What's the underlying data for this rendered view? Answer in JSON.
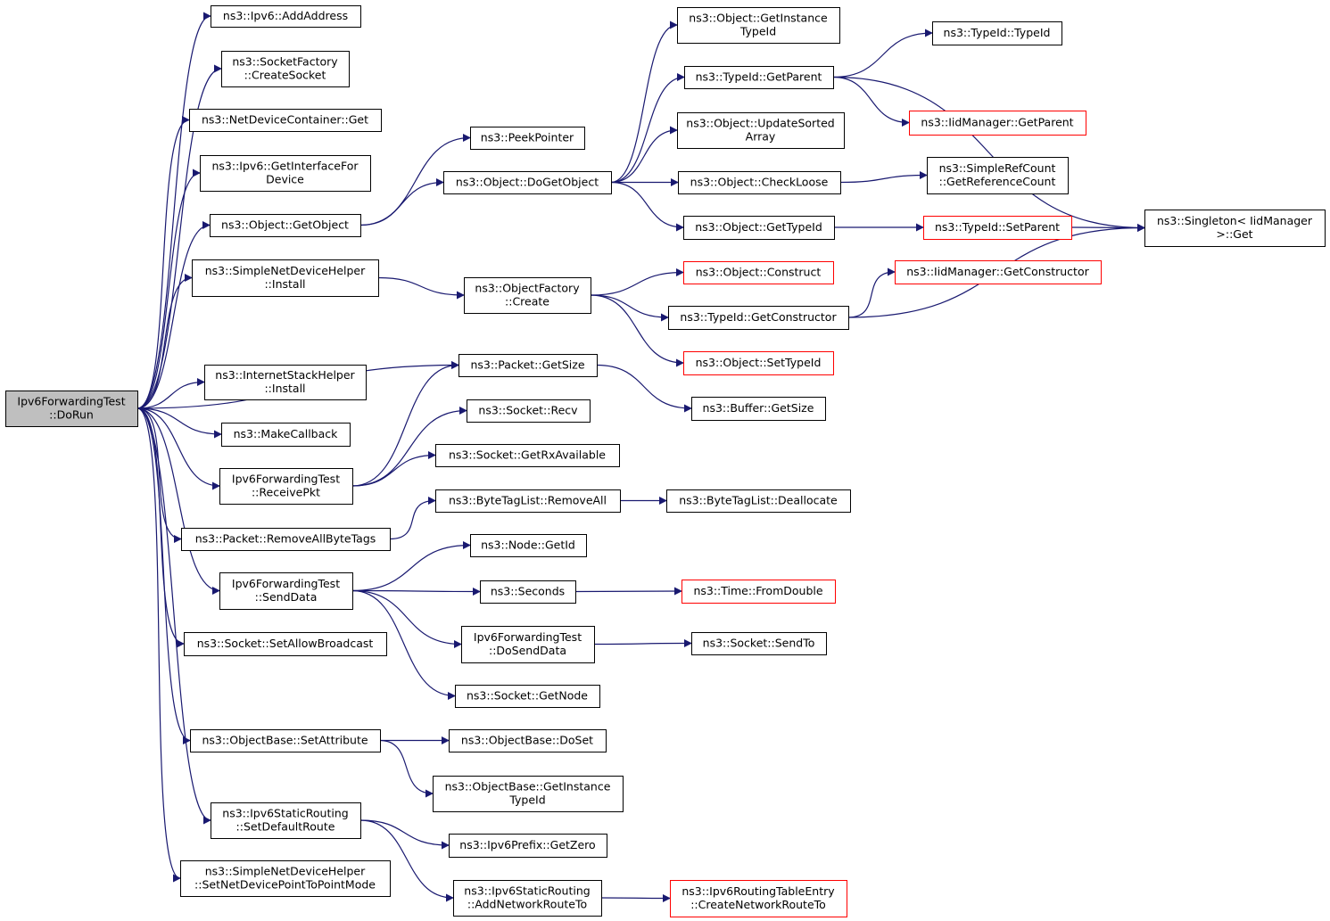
{
  "colors": {
    "edge": "#191970",
    "border_normal": "#000000",
    "border_truncated": "#ff0000",
    "fill_normal": "#ffffff",
    "fill_root": "#bfbfbf"
  },
  "nodes": [
    {
      "id": "root",
      "lines": [
        "Ipv6ForwardingTest",
        "::DoRun"
      ],
      "style": "root"
    },
    {
      "id": "ipv6_addaddress",
      "lines": [
        "ns3::Ipv6::AddAddress"
      ],
      "style": "normal"
    },
    {
      "id": "socketfactory_createsocket",
      "lines": [
        "ns3::SocketFactory",
        "::CreateSocket"
      ],
      "style": "normal"
    },
    {
      "id": "netdevicecontainer_get",
      "lines": [
        "ns3::NetDeviceContainer::Get"
      ],
      "style": "normal"
    },
    {
      "id": "ipv6_getinterfacefordevice",
      "lines": [
        "ns3::Ipv6::GetInterfaceFor",
        "Device"
      ],
      "style": "normal"
    },
    {
      "id": "object_getobject",
      "lines": [
        "ns3::Object::GetObject"
      ],
      "style": "normal"
    },
    {
      "id": "simplenetdevicehelper_install",
      "lines": [
        "ns3::SimpleNetDeviceHelper",
        "::Install"
      ],
      "style": "normal"
    },
    {
      "id": "internetstackhelper_install",
      "lines": [
        "ns3::InternetStackHelper",
        "::Install"
      ],
      "style": "normal"
    },
    {
      "id": "makecallback",
      "lines": [
        "ns3::MakeCallback"
      ],
      "style": "normal"
    },
    {
      "id": "receivepkt",
      "lines": [
        "Ipv6ForwardingTest",
        "::ReceivePkt"
      ],
      "style": "normal"
    },
    {
      "id": "packet_removeallbytetags",
      "lines": [
        "ns3::Packet::RemoveAllByteTags"
      ],
      "style": "normal"
    },
    {
      "id": "senddata",
      "lines": [
        "Ipv6ForwardingTest",
        "::SendData"
      ],
      "style": "normal"
    },
    {
      "id": "socket_setallowbroadcast",
      "lines": [
        "ns3::Socket::SetAllowBroadcast"
      ],
      "style": "normal"
    },
    {
      "id": "objectbase_setattribute",
      "lines": [
        "ns3::ObjectBase::SetAttribute"
      ],
      "style": "normal"
    },
    {
      "id": "ipv6staticrouting_setdefaultroute",
      "lines": [
        "ns3::Ipv6StaticRouting",
        "::SetDefaultRoute"
      ],
      "style": "normal"
    },
    {
      "id": "simplenetdevicehelper_setp2p",
      "lines": [
        "ns3::SimpleNetDeviceHelper",
        "::SetNetDevicePointToPointMode"
      ],
      "style": "normal"
    },
    {
      "id": "peekpointer",
      "lines": [
        "ns3::PeekPointer"
      ],
      "style": "normal"
    },
    {
      "id": "object_dogetobject",
      "lines": [
        "ns3::Object::DoGetObject"
      ],
      "style": "normal"
    },
    {
      "id": "objectfactory_create",
      "lines": [
        "ns3::ObjectFactory",
        "::Create"
      ],
      "style": "normal"
    },
    {
      "id": "packet_getsize",
      "lines": [
        "ns3::Packet::GetSize"
      ],
      "style": "normal"
    },
    {
      "id": "socket_recv",
      "lines": [
        "ns3::Socket::Recv"
      ],
      "style": "normal"
    },
    {
      "id": "socket_getrxavailable",
      "lines": [
        "ns3::Socket::GetRxAvailable"
      ],
      "style": "normal"
    },
    {
      "id": "bytetaglist_removeall",
      "lines": [
        "ns3::ByteTagList::RemoveAll"
      ],
      "style": "normal"
    },
    {
      "id": "node_getid",
      "lines": [
        "ns3::Node::GetId"
      ],
      "style": "normal"
    },
    {
      "id": "seconds",
      "lines": [
        "ns3::Seconds"
      ],
      "style": "normal"
    },
    {
      "id": "dosenddata",
      "lines": [
        "Ipv6ForwardingTest",
        "::DoSendData"
      ],
      "style": "normal"
    },
    {
      "id": "socket_getnode",
      "lines": [
        "ns3::Socket::GetNode"
      ],
      "style": "normal"
    },
    {
      "id": "objectbase_doset",
      "lines": [
        "ns3::ObjectBase::DoSet"
      ],
      "style": "normal"
    },
    {
      "id": "objectbase_getinstancetypeid",
      "lines": [
        "ns3::ObjectBase::GetInstance",
        "TypeId"
      ],
      "style": "normal"
    },
    {
      "id": "ipv6prefix_getzero",
      "lines": [
        "ns3::Ipv6Prefix::GetZero"
      ],
      "style": "normal"
    },
    {
      "id": "ipv6staticrouting_addnetworkrouteto",
      "lines": [
        "ns3::Ipv6StaticRouting",
        "::AddNetworkRouteTo"
      ],
      "style": "normal"
    },
    {
      "id": "object_getinstancetypeid",
      "lines": [
        "ns3::Object::GetInstance",
        "TypeId"
      ],
      "style": "normal"
    },
    {
      "id": "typeid_getparent",
      "lines": [
        "ns3::TypeId::GetParent"
      ],
      "style": "normal"
    },
    {
      "id": "object_updatesortedarray",
      "lines": [
        "ns3::Object::UpdateSorted",
        "Array"
      ],
      "style": "normal"
    },
    {
      "id": "object_checkloose",
      "lines": [
        "ns3::Object::CheckLoose"
      ],
      "style": "normal"
    },
    {
      "id": "object_gettypeid",
      "lines": [
        "ns3::Object::GetTypeId"
      ],
      "style": "normal"
    },
    {
      "id": "object_construct",
      "lines": [
        "ns3::Object::Construct"
      ],
      "style": "truncated"
    },
    {
      "id": "typeid_getconstructor",
      "lines": [
        "ns3::TypeId::GetConstructor"
      ],
      "style": "normal"
    },
    {
      "id": "object_settypeid",
      "lines": [
        "ns3::Object::SetTypeId"
      ],
      "style": "truncated"
    },
    {
      "id": "buffer_getsize",
      "lines": [
        "ns3::Buffer::GetSize"
      ],
      "style": "normal"
    },
    {
      "id": "bytetaglist_deallocate",
      "lines": [
        "ns3::ByteTagList::Deallocate"
      ],
      "style": "normal"
    },
    {
      "id": "time_fromdouble",
      "lines": [
        "ns3::Time::FromDouble"
      ],
      "style": "truncated"
    },
    {
      "id": "socket_sendto",
      "lines": [
        "ns3::Socket::SendTo"
      ],
      "style": "normal"
    },
    {
      "id": "ipv6routingtableentry_createnetworkrouteto",
      "lines": [
        "ns3::Ipv6RoutingTableEntry",
        "::CreateNetworkRouteTo"
      ],
      "style": "truncated"
    },
    {
      "id": "typeid_typeid",
      "lines": [
        "ns3::TypeId::TypeId"
      ],
      "style": "normal"
    },
    {
      "id": "iidmanager_getparent",
      "lines": [
        "ns3::IidManager::GetParent"
      ],
      "style": "truncated"
    },
    {
      "id": "simplerefcount_getreferencecount",
      "lines": [
        "ns3::SimpleRefCount",
        "::GetReferenceCount"
      ],
      "style": "normal"
    },
    {
      "id": "typeid_setparent",
      "lines": [
        "ns3::TypeId::SetParent"
      ],
      "style": "truncated"
    },
    {
      "id": "iidmanager_getconstructor",
      "lines": [
        "ns3::IidManager::GetConstructor"
      ],
      "style": "truncated"
    },
    {
      "id": "singleton_get",
      "lines": [
        "ns3::Singleton< IidManager",
        ">::Get"
      ],
      "style": "normal"
    }
  ],
  "edges": [
    [
      "root",
      "ipv6_addaddress"
    ],
    [
      "root",
      "socketfactory_createsocket"
    ],
    [
      "root",
      "netdevicecontainer_get"
    ],
    [
      "root",
      "ipv6_getinterfacefordevice"
    ],
    [
      "root",
      "object_getobject"
    ],
    [
      "root",
      "simplenetdevicehelper_install"
    ],
    [
      "root",
      "internetstackhelper_install"
    ],
    [
      "root",
      "makecallback"
    ],
    [
      "root",
      "receivepkt"
    ],
    [
      "root",
      "packet_removeallbytetags"
    ],
    [
      "root",
      "senddata"
    ],
    [
      "root",
      "socket_setallowbroadcast"
    ],
    [
      "root",
      "objectbase_setattribute"
    ],
    [
      "root",
      "ipv6staticrouting_setdefaultroute"
    ],
    [
      "root",
      "simplenetdevicehelper_setp2p"
    ],
    [
      "root",
      "packet_getsize"
    ],
    [
      "object_getobject",
      "peekpointer"
    ],
    [
      "object_getobject",
      "object_dogetobject"
    ],
    [
      "simplenetdevicehelper_install",
      "objectfactory_create"
    ],
    [
      "receivepkt",
      "packet_getsize"
    ],
    [
      "receivepkt",
      "socket_recv"
    ],
    [
      "receivepkt",
      "socket_getrxavailable"
    ],
    [
      "packet_removeallbytetags",
      "bytetaglist_removeall"
    ],
    [
      "senddata",
      "node_getid"
    ],
    [
      "senddata",
      "seconds"
    ],
    [
      "senddata",
      "dosenddata"
    ],
    [
      "senddata",
      "socket_getnode"
    ],
    [
      "objectbase_setattribute",
      "objectbase_doset"
    ],
    [
      "objectbase_setattribute",
      "objectbase_getinstancetypeid"
    ],
    [
      "ipv6staticrouting_setdefaultroute",
      "ipv6prefix_getzero"
    ],
    [
      "ipv6staticrouting_setdefaultroute",
      "ipv6staticrouting_addnetworkrouteto"
    ],
    [
      "object_dogetobject",
      "object_getinstancetypeid"
    ],
    [
      "object_dogetobject",
      "typeid_getparent"
    ],
    [
      "object_dogetobject",
      "object_updatesortedarray"
    ],
    [
      "object_dogetobject",
      "object_checkloose"
    ],
    [
      "object_dogetobject",
      "object_gettypeid"
    ],
    [
      "objectfactory_create",
      "object_construct"
    ],
    [
      "objectfactory_create",
      "typeid_getconstructor"
    ],
    [
      "objectfactory_create",
      "object_settypeid"
    ],
    [
      "packet_getsize",
      "buffer_getsize"
    ],
    [
      "bytetaglist_removeall",
      "bytetaglist_deallocate"
    ],
    [
      "seconds",
      "time_fromdouble"
    ],
    [
      "dosenddata",
      "socket_sendto"
    ],
    [
      "ipv6staticrouting_addnetworkrouteto",
      "ipv6routingtableentry_createnetworkrouteto"
    ],
    [
      "typeid_getparent",
      "typeid_typeid"
    ],
    [
      "typeid_getparent",
      "iidmanager_getparent"
    ],
    [
      "typeid_getparent",
      "singleton_get"
    ],
    [
      "object_checkloose",
      "simplerefcount_getreferencecount"
    ],
    [
      "object_gettypeid",
      "typeid_setparent"
    ],
    [
      "typeid_setparent",
      "singleton_get"
    ],
    [
      "typeid_getconstructor",
      "iidmanager_getconstructor"
    ],
    [
      "typeid_getconstructor",
      "singleton_get"
    ]
  ]
}
